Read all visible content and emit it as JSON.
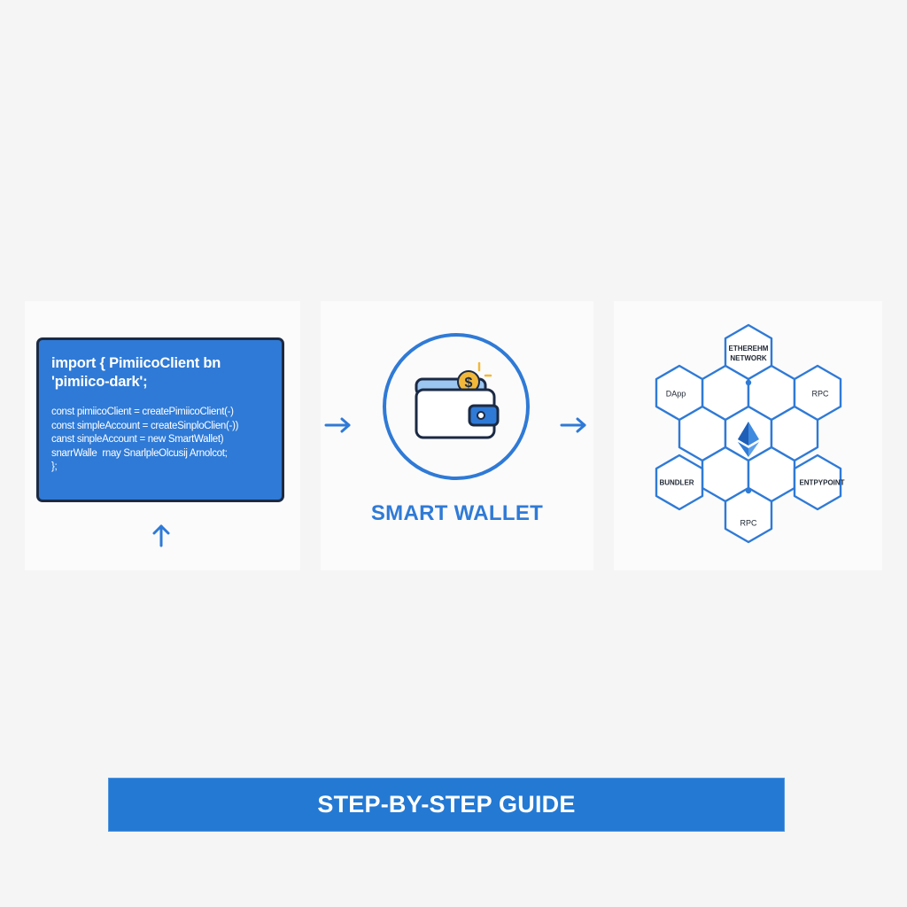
{
  "code_card": {
    "import_line_1": "import { PimiicoClient bn",
    "import_line_2": "'pimiico-dark';",
    "code_lines": [
      "const pimiicoClient = createPimiicoClient(-)",
      "const simpleAccount = createSinploClien(-))",
      "canst sinpleAccount = new SmartWallet)",
      "snarrWalle  rnay SnarlpleOlcusij Arnolcot;",
      "};"
    ],
    "arrow_icon": "arrow-up-icon"
  },
  "wallet_card": {
    "title": "SMART WALLET",
    "icon": "wallet-with-coin-icon",
    "coin_symbol": "$",
    "arrow_in_icon": "arrow-right-icon",
    "arrow_out_icon": "arrow-right-icon"
  },
  "network_card": {
    "nodes": [
      {
        "id": "ethereum-network",
        "label_line_1": "ETHEREHM",
        "label_line_2": "NETWORK"
      },
      {
        "id": "dapp",
        "label": "DApp"
      },
      {
        "id": "rpc-top-right",
        "label": "RPC"
      },
      {
        "id": "bundler",
        "label": "BUNDLER"
      },
      {
        "id": "entrypoint",
        "label": "ENTPYPOINT"
      },
      {
        "id": "rpc-bottom",
        "label": "RPC"
      }
    ],
    "center_icon": "ethereum-logo-icon"
  },
  "banner": {
    "label": "STEP-BY-STEP GUIDE"
  },
  "colors": {
    "background": "#f5f5f5",
    "card": "#fbfbfb",
    "accent_blue": "#2f7ad6",
    "banner_blue": "#2479d3",
    "code_border": "#1b2a44",
    "coin_gold": "#f2b83a",
    "text_dark": "#222a36"
  }
}
